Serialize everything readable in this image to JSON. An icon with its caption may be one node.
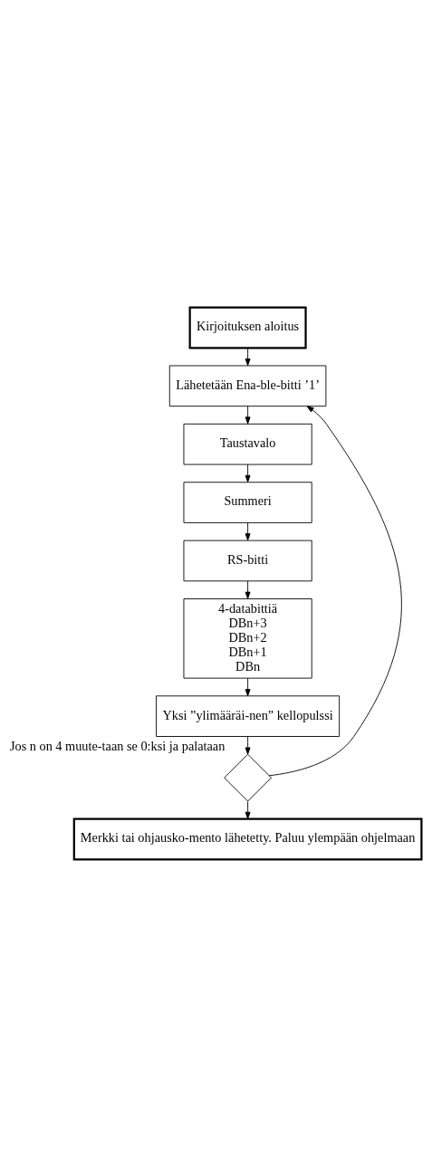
{
  "diagram": {
    "nodes": [
      {
        "text": [
          "Kirjoituksen aloitus"
        ]
      },
      {
        "text": [
          "Lähetetään Ena-ble-bitti ’1’"
        ]
      },
      {
        "text": [
          "Taustavalo"
        ]
      },
      {
        "text": [
          "Summeri"
        ]
      },
      {
        "text": [
          "RS-bitti"
        ]
      },
      {
        "text": [
          "4-databittiä",
          "DBn+3",
          "DBn+2",
          "DBn+1",
          "DBn"
        ]
      },
      {
        "text": [
          "Yksi ”ylimääräi-nen” kellopulssi"
        ]
      },
      {
        "text": [],
        "shape": "diamond",
        "beside": [
          "Jos n on 4 muute-taan se 0:ksi ja palataan"
        ]
      },
      {
        "text": [
          "Merkki tai ohjausko-mento lähetetty. Paluu ylempään ohjelmaan"
        ]
      }
    ],
    "edges": [
      {
        "from": 0,
        "to": 1,
        "arrow": "to"
      },
      {
        "from": 1,
        "to": 2,
        "arrow": "to"
      },
      {
        "from": 2,
        "to": 3,
        "arrow": "to"
      },
      {
        "from": 3,
        "to": 4,
        "arrow": "to"
      },
      {
        "from": 4,
        "to": 5,
        "arrow": "to"
      },
      {
        "from": 5,
        "to": 6,
        "arrow": "to"
      },
      {
        "from": 6,
        "to": 7,
        "arrow": "to"
      },
      {
        "from": 7,
        "to": 1,
        "arrow": "to"
      },
      {
        "from": 7,
        "to": 8,
        "arrow": "to"
      }
    ]
  }
}
